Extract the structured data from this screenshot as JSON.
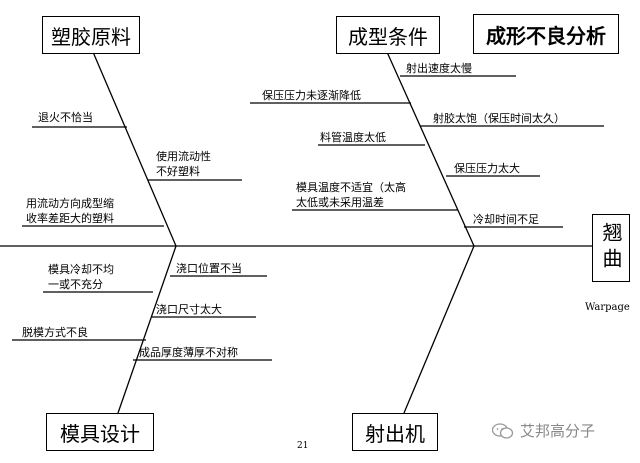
{
  "categories": {
    "material": "塑胶原料",
    "conditions": "成型条件",
    "mold": "模具设计",
    "machine": "射出机"
  },
  "title": "成形不良分析",
  "effect": {
    "text": "翘曲",
    "english": "Warpage"
  },
  "causes": {
    "material": [
      "退火不恰当",
      "使用流动性\n不好塑料",
      "用流动方向成型缩\n收率差距大的塑料"
    ],
    "conditions": [
      "射出速度太慢",
      "保压压力未逐渐降低",
      "射胶太饱（保压时间太久）",
      "料管温度太低",
      "保压压力太大",
      "模具温度不适宜（太高\n太低或未采用温差",
      "冷却时间不足"
    ],
    "mold": [
      "模具冷却不均\n一或不充分",
      "浇口位置不当",
      "浇口尺寸太大",
      "脱模方式不良",
      "成品厚度薄厚不对称"
    ]
  },
  "page_number": "21",
  "watermark": "艾邦高分子"
}
